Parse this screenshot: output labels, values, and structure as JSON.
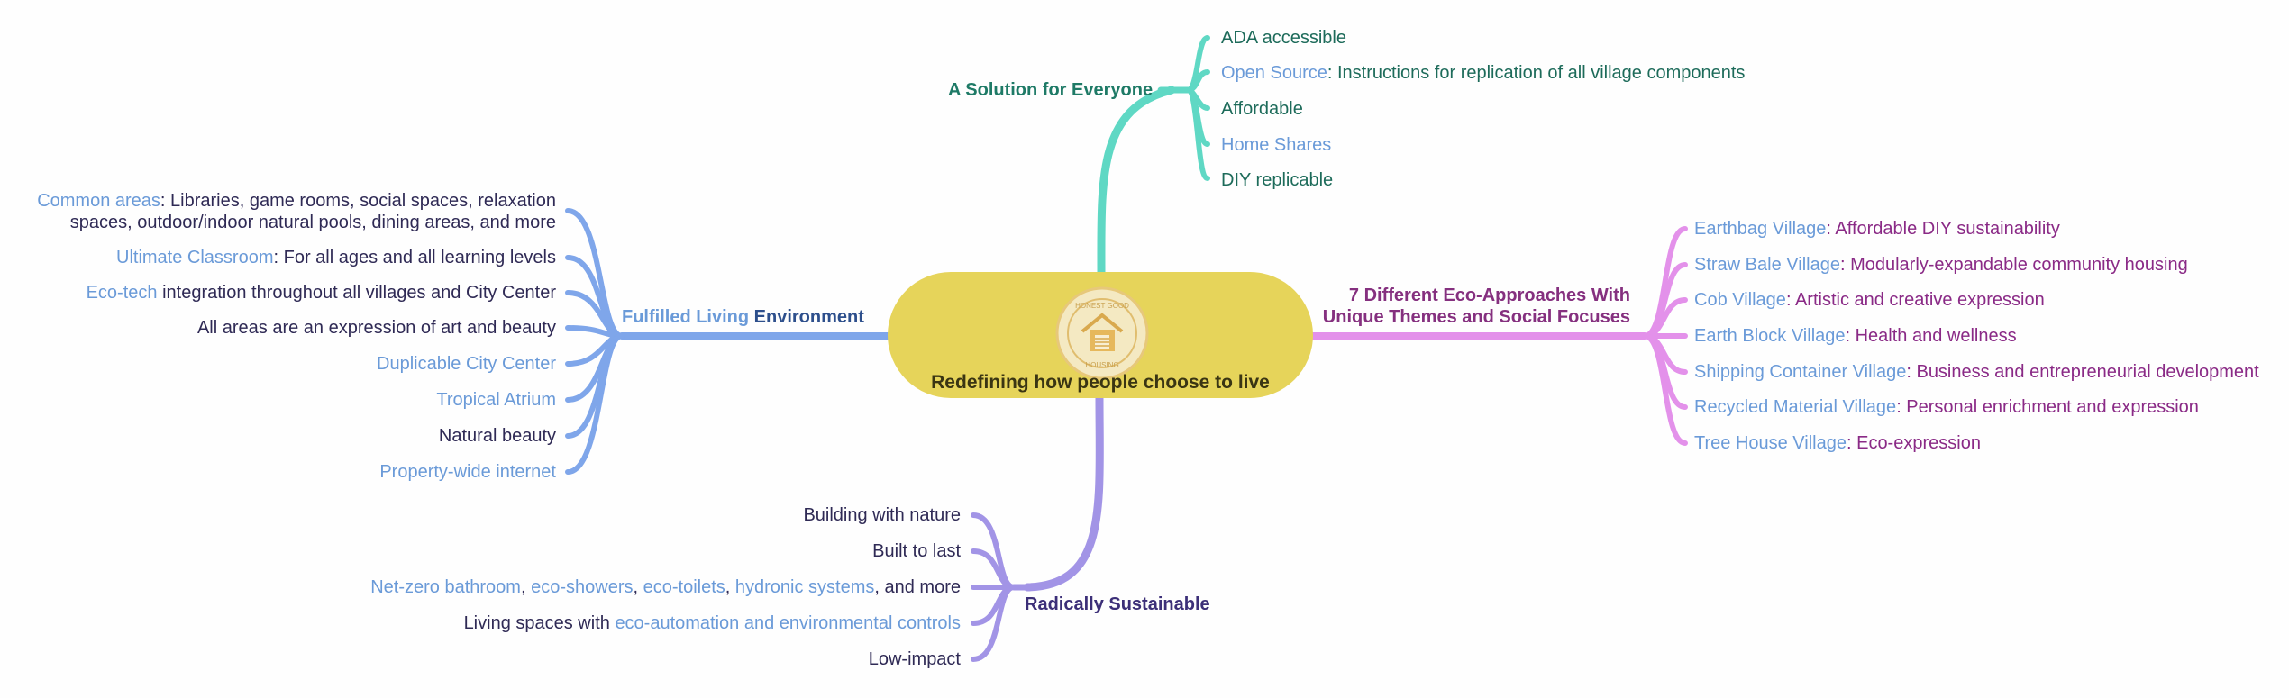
{
  "center": {
    "label": "Redefining how people choose to live",
    "logo_text_top": "HONEST GOOD",
    "logo_text_bottom": "HOUSING"
  },
  "colors": {
    "teal": "#5fd8c4",
    "blue": "#7fa6ea",
    "magenta": "#e391ea",
    "purple": "#a294e6",
    "center": "#e6d45a",
    "link_text": "#6a9ad8"
  },
  "branches": {
    "everyone": {
      "title": "A Solution for Everyone",
      "items": [
        {
          "text": "ADA accessible"
        },
        {
          "link": "Open Source",
          "text": ": Instructions for replication of all village components"
        },
        {
          "text": "Affordable"
        },
        {
          "link": "Home Shares"
        },
        {
          "text": "DIY replicable"
        }
      ]
    },
    "living": {
      "title_link": "Fulfilled Living",
      "title_text": " Environment",
      "items": [
        {
          "link": "Common areas",
          "text": ": Libraries, game rooms, social spaces, relaxation",
          "line2": "spaces, outdoor/indoor natural pools, dining areas, and more"
        },
        {
          "link": "Ultimate Classroom",
          "text": ": For all ages and all learning levels"
        },
        {
          "link": "Eco-tech",
          "text": " integration throughout all villages and City Center"
        },
        {
          "text": "All areas are an expression of art and beauty"
        },
        {
          "link": "Duplicable City Center"
        },
        {
          "link": "Tropical Atrium"
        },
        {
          "text": "Natural beauty"
        },
        {
          "link": "Property-wide internet"
        }
      ]
    },
    "eco": {
      "title_line1": "7 Different Eco-Approaches With",
      "title_line2": "Unique Themes and Social Focuses",
      "items": [
        {
          "link": "Earthbag Village",
          "text": ": Affordable DIY sustainability"
        },
        {
          "link": "Straw Bale Village",
          "text": ": Modularly-expandable community housing"
        },
        {
          "link": "Cob Village",
          "text": ": Artistic and creative expression"
        },
        {
          "link": "Earth Block Village",
          "text": ": Health and wellness"
        },
        {
          "link": "Shipping Container Village",
          "text": ": Business and entrepreneurial development"
        },
        {
          "link": "Recycled Material Village",
          "text": ": Personal enrichment and expression"
        },
        {
          "link": "Tree House Village",
          "text": ": Eco-expression"
        }
      ]
    },
    "sustainable": {
      "title": "Radically Sustainable",
      "items": [
        {
          "text": "Building with nature"
        },
        {
          "text": "Built to last"
        },
        {
          "l1": "Net-zero bathroom",
          "s1": ", ",
          "l2": "eco-showers",
          "s2": ", ",
          "l3": "eco-toilets",
          "s3": ", ",
          "l4": "hydronic systems",
          "s4": ", and more"
        },
        {
          "text": "Living spaces with ",
          "link": "eco-automation and environmental controls"
        },
        {
          "text": "Low-impact"
        }
      ]
    }
  }
}
